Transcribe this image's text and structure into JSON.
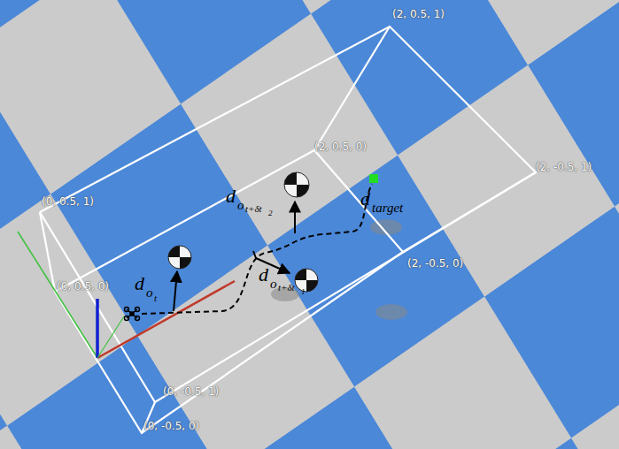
{
  "diagram": {
    "labels": [
      "(2, 0.5, 1)",
      "(2, 0.5, 0)",
      "(2, -0.5, 1)",
      "(0, 0.5, 1)",
      "(0, 0.5, 0)",
      "(2, -0.5, 0)",
      "(0, -0.5, 1)",
      "(0, -0.5, 0)",
      "d",
      "o",
      "t",
      "d",
      "o",
      "t+δt",
      "2",
      "d",
      "o",
      "t+δt",
      "1",
      "d",
      "target"
    ]
  }
}
